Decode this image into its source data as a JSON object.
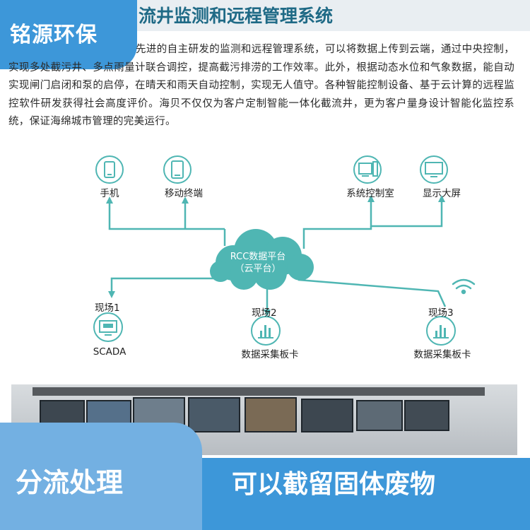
{
  "header": {
    "title": "流井监测和远程管理系统",
    "brand": "铭源环保"
  },
  "intro": {
    "text": "先进的自主研发的监测和远程管理系统，可以将数据上传到云端，通过中央控制，实现多处截污井、多点雨量计联合调控，提高截污排涝的工作效率。此外，根据动态水位和气象数据，能自动实现闸门启闭和泵的启停，在晴天和雨天自动控制，实现无人值守。各种智能控制设备、基于云计算的远程监控软件研发获得社会高度评价。海贝不仅仅为客户定制智能一体化截流井，更为客户量身设计智能化监控系统，保证海绵城市管理的完美运行。"
  },
  "diagram": {
    "line_color": "#4fb6b3",
    "clients": [
      {
        "label": "手机",
        "icon": "phone-icon"
      },
      {
        "label": "移动终端",
        "icon": "tablet-icon"
      },
      {
        "label": "系统控制室",
        "icon": "control-room-icon"
      },
      {
        "label": "显示大屏",
        "icon": "monitor-icon"
      }
    ],
    "cloud": {
      "line1": "RCC数据平台",
      "line2": "（云平台）"
    },
    "sites": [
      {
        "name": "现场1",
        "device": "SCADA",
        "icon": "scada-icon"
      },
      {
        "name": "现场2",
        "device": "数据采集板卡",
        "icon": "bar-chart-icon"
      },
      {
        "name": "现场3",
        "device": "数据采集板卡",
        "icon": "bar-chart-icon"
      }
    ],
    "wireless_icon": "wifi-icon"
  },
  "footer": {
    "tag": "分流处理",
    "slogan": "可以截留固体废物"
  }
}
